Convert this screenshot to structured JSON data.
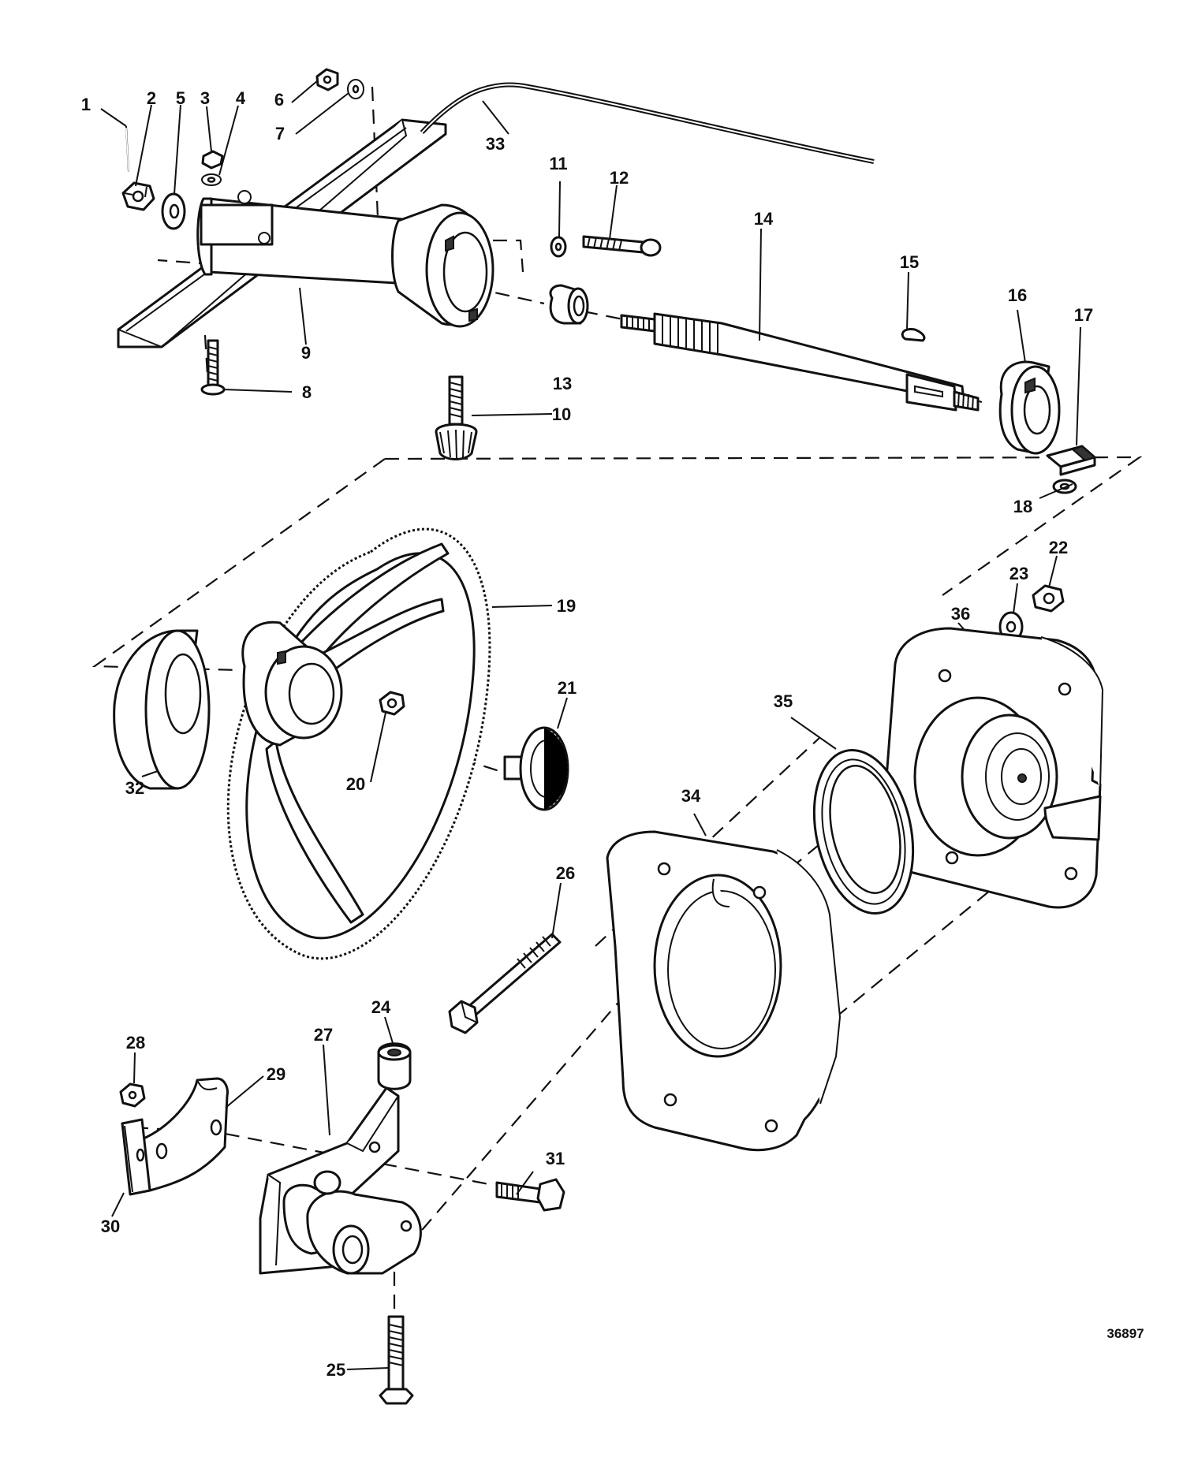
{
  "diagram": {
    "figure_number": "36897",
    "callouts": [
      {
        "id": "1",
        "label": "1"
      },
      {
        "id": "2",
        "label": "2"
      },
      {
        "id": "3",
        "label": "3"
      },
      {
        "id": "4",
        "label": "4"
      },
      {
        "id": "5",
        "label": "5"
      },
      {
        "id": "6",
        "label": "6"
      },
      {
        "id": "7",
        "label": "7"
      },
      {
        "id": "8",
        "label": "8"
      },
      {
        "id": "9",
        "label": "9"
      },
      {
        "id": "10",
        "label": "10"
      },
      {
        "id": "11",
        "label": "11"
      },
      {
        "id": "12",
        "label": "12"
      },
      {
        "id": "13",
        "label": "13"
      },
      {
        "id": "14",
        "label": "14"
      },
      {
        "id": "15",
        "label": "15"
      },
      {
        "id": "16",
        "label": "16"
      },
      {
        "id": "17",
        "label": "17"
      },
      {
        "id": "18",
        "label": "18"
      },
      {
        "id": "19",
        "label": "19"
      },
      {
        "id": "20",
        "label": "20"
      },
      {
        "id": "21",
        "label": "21"
      },
      {
        "id": "22",
        "label": "22"
      },
      {
        "id": "23",
        "label": "23"
      },
      {
        "id": "24",
        "label": "24"
      },
      {
        "id": "25",
        "label": "25"
      },
      {
        "id": "26",
        "label": "26"
      },
      {
        "id": "27",
        "label": "27"
      },
      {
        "id": "28",
        "label": "28"
      },
      {
        "id": "29",
        "label": "29"
      },
      {
        "id": "30",
        "label": "30"
      },
      {
        "id": "31",
        "label": "31"
      },
      {
        "id": "32",
        "label": "32"
      },
      {
        "id": "33",
        "label": "33"
      },
      {
        "id": "34",
        "label": "34"
      },
      {
        "id": "35",
        "label": "35"
      },
      {
        "id": "36",
        "label": "36"
      }
    ]
  }
}
